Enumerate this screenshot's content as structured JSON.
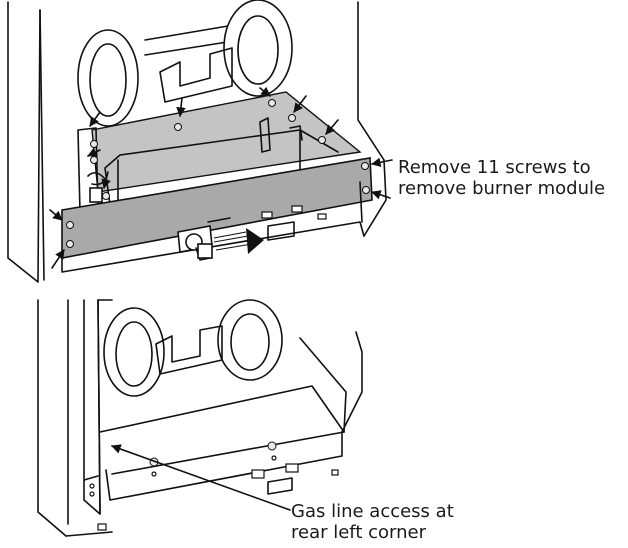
{
  "callouts": {
    "remove_screws": [
      "Remove 11 screws to",
      "remove burner module"
    ],
    "gas_line": [
      "Gas line access at",
      "rear left corner"
    ]
  }
}
